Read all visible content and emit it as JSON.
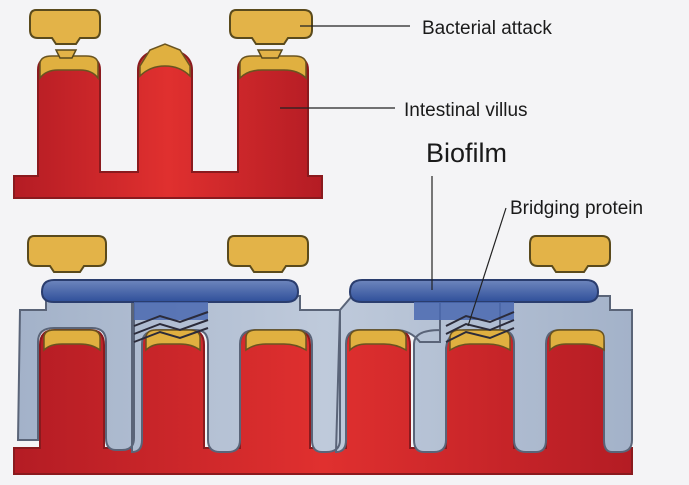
{
  "labels": {
    "bacterial_attack": "Bacterial attack",
    "intestinal_villus": "Intestinal villus",
    "biofilm": "Biofilm",
    "bridging_protein": "Bridging protein"
  },
  "colors": {
    "villus": "#d8262b",
    "villus_shade": "#a51a22",
    "bacteria": "#e0b040",
    "bacteria_dark": "#5a4a1c",
    "biofilm": "#3c5ea8",
    "biofilm_light": "#a8b6cc",
    "background": "#f4f4f6"
  },
  "icons": [
    "bacterium-shape",
    "villus-shape",
    "biofilm-layer",
    "bridging-protein-strands"
  ]
}
